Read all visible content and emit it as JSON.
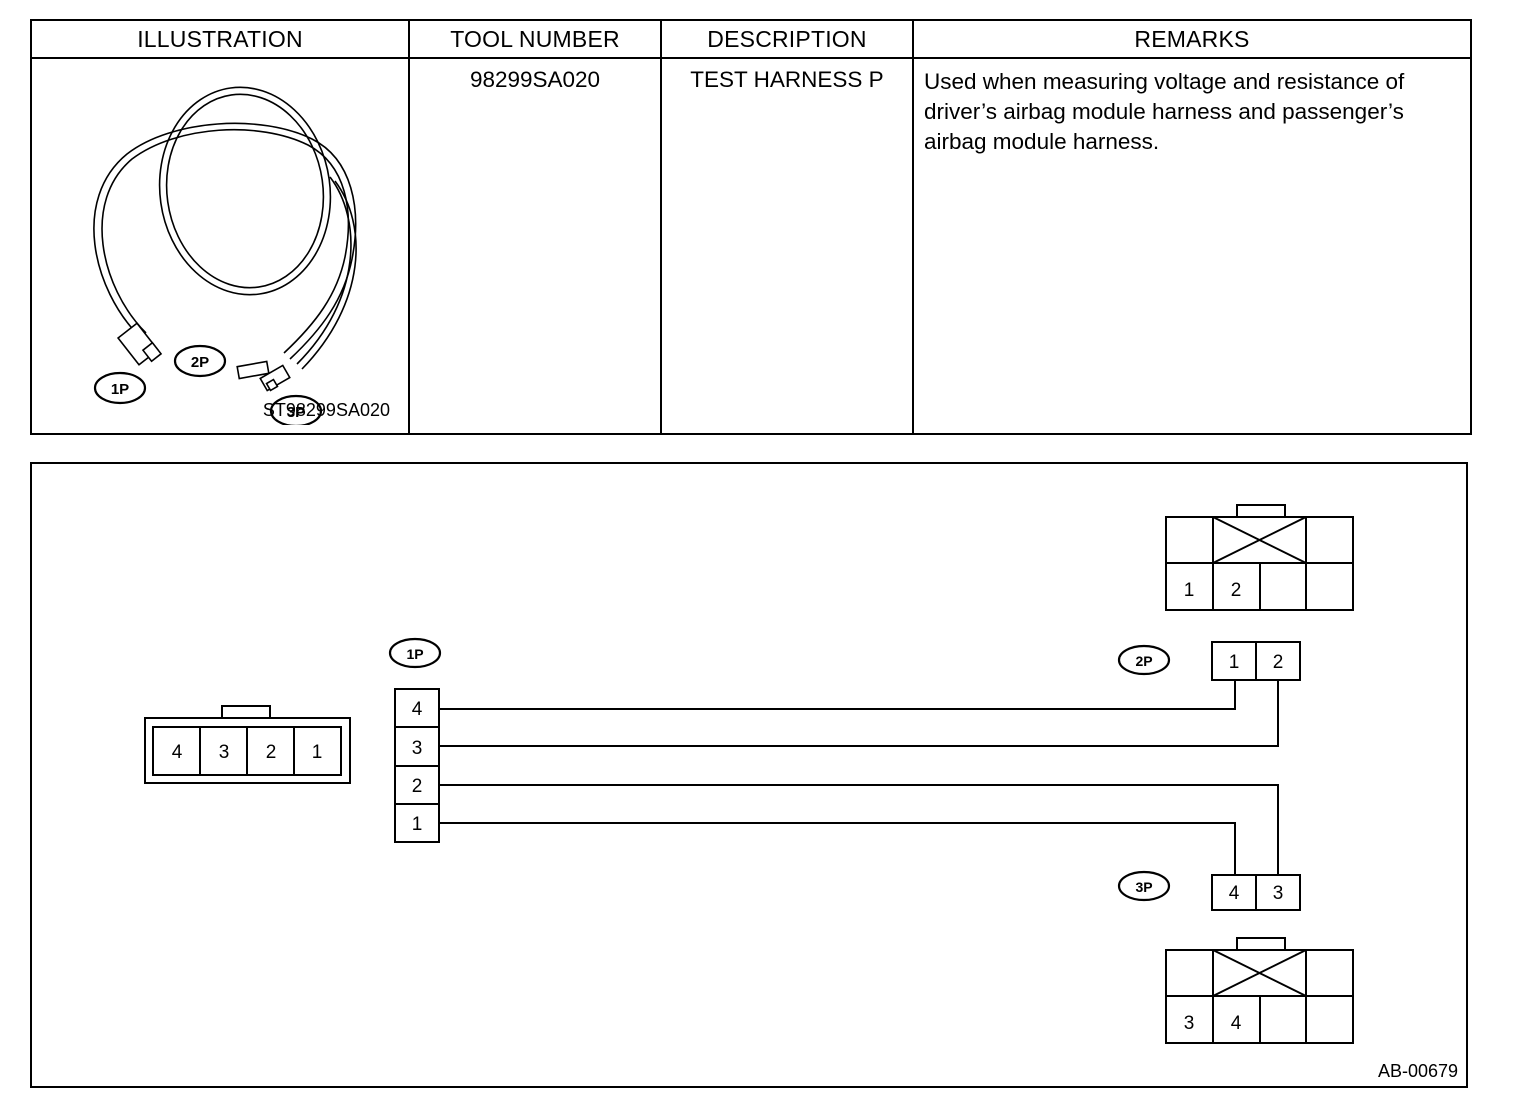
{
  "table": {
    "headers": [
      "ILLUSTRATION",
      "TOOL NUMBER",
      "DESCRIPTION",
      "REMARKS"
    ],
    "row": {
      "illustration_code": "ST98299SA020",
      "tool_number": "98299SA020",
      "description": "TEST HARNESS P",
      "remarks": "Used when measuring voltage and resistance of driver’s airbag module harness and passenger’s airbag module harness."
    },
    "illustration_labels": [
      "1P",
      "2P",
      "3P"
    ]
  },
  "diagram": {
    "code": "AB-00679",
    "connector_1p": {
      "label": "1P",
      "face_pins": [
        "4",
        "3",
        "2",
        "1"
      ],
      "stack_pins": [
        "4",
        "3",
        "2",
        "1"
      ]
    },
    "connector_2p": {
      "label": "2P",
      "pins": [
        "1",
        "2"
      ],
      "face_pins": [
        "1",
        "2"
      ]
    },
    "connector_3p": {
      "label": "3P",
      "pins": [
        "4",
        "3"
      ],
      "face_pins": [
        "3",
        "4"
      ]
    }
  }
}
